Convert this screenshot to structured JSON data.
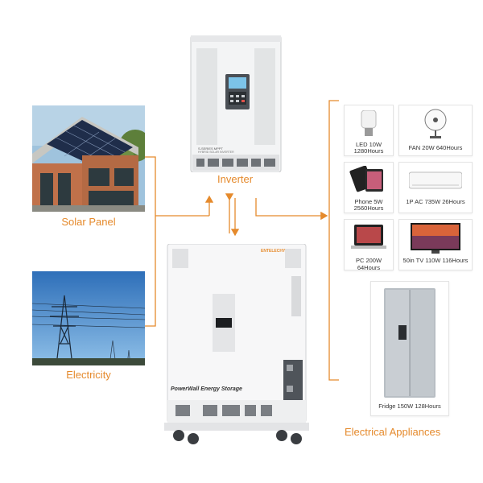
{
  "solar_panel": {
    "label": "Solar Panel"
  },
  "electricity": {
    "label": "Electricity"
  },
  "inverter": {
    "label": "Inverter",
    "model_text": "S-SERIES MPPT",
    "subtitle_text": "HYBRID SOLAR INVERTER"
  },
  "storage": {
    "label": "PowerWall Energy Storage",
    "brand": "ENTELECHY"
  },
  "appliances": {
    "title": "Electrical Appliances",
    "items": [
      {
        "line1": "LED 10W",
        "line2": "1280Hours"
      },
      {
        "line1": "FAN 20W 640Hours",
        "line2": ""
      },
      {
        "line1": "Phone 5W",
        "line2": "2560Hours"
      },
      {
        "line1": "1P AC 735W 26Hours",
        "line2": ""
      },
      {
        "line1": "PC 200W 64Hours",
        "line2": ""
      },
      {
        "line1": "50in TV 110W 116Hours",
        "line2": ""
      },
      {
        "line1": "Fridge 150W 128Hours",
        "line2": ""
      }
    ]
  },
  "colors": {
    "flow": "#e58a2c",
    "text_accent": "#e58a2c"
  }
}
